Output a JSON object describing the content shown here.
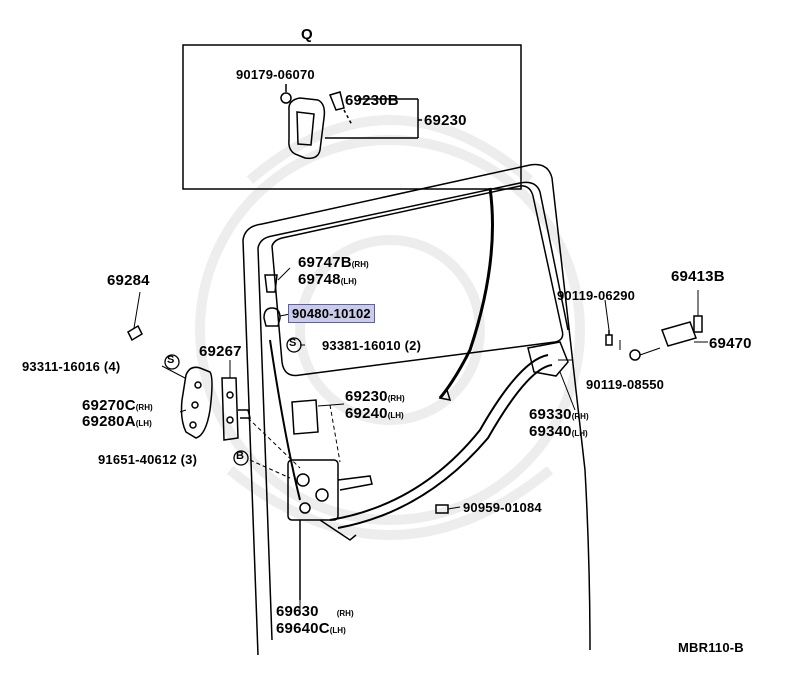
{
  "inset": {
    "letter": "Q"
  },
  "labels": {
    "p90179_06070": "90179-06070",
    "p69230B": "69230B",
    "p69230_inset": "69230",
    "p69284": "69284",
    "p69747B": "69747B",
    "p69747B_sfx": "(RH)",
    "p69748": "69748",
    "p69748_sfx": "(LH)",
    "p90480_10102": "90480-10102",
    "p93381_16010": "93381-16010 (2)",
    "p93311_16016": "93311-16016 (4)",
    "p69267": "69267",
    "p69270C": "69270C",
    "p69270C_sfx": "(RH)",
    "p69280A": "69280A",
    "p69280A_sfx": "(LH)",
    "p69230": "69230",
    "p69230_sfx": "(RH)",
    "p69240": "69240",
    "p69240_sfx": "(LH)",
    "p91651_40612": "91651-40612 (3)",
    "p90119_06290": "90119-06290",
    "p69413B": "69413B",
    "p69470": "69470",
    "p90119_08550": "90119-08550",
    "p69330": "69330",
    "p69330_sfx": "(RH)",
    "p69340": "69340",
    "p69340_sfx": "(LH)",
    "p90959_01084": "90959-01084",
    "p69630": "69630",
    "p69630_sfx": "(RH)",
    "p69640C": "69640C",
    "p69640C_sfx": "(LH)"
  },
  "symbols": {
    "s_marker": "S",
    "b_marker": "B"
  },
  "drawing_code": "MBR110-B",
  "colors": {
    "line": "#000000",
    "highlight_fill": "#c9cbe8",
    "highlight_border": "#5a5fae",
    "watermark": "#ececec"
  }
}
